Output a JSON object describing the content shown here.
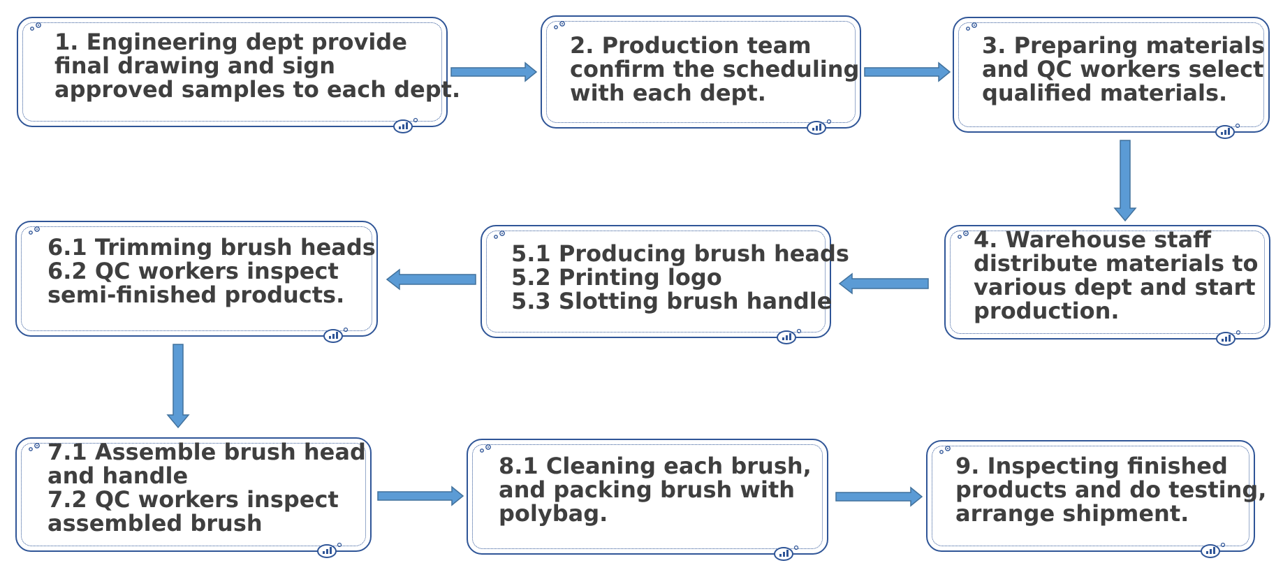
{
  "steps": [
    {
      "id": "step-1",
      "lines": [
        "1. Engineering dept provide",
        "final drawing and sign",
        "approved samples to each dept."
      ]
    },
    {
      "id": "step-2",
      "lines": [
        "2. Production team",
        "confirm the scheduling",
        "with each dept."
      ]
    },
    {
      "id": "step-3",
      "lines": [
        "3. Preparing materials",
        "and QC workers select",
        "qualified materials."
      ]
    },
    {
      "id": "step-4",
      "lines": [
        "4. Warehouse staff",
        "distribute materials to",
        "various dept and start",
        "production."
      ]
    },
    {
      "id": "step-5",
      "lines": [
        "5.1 Producing brush heads",
        "5.2 Printing logo",
        "5.3 Slotting brush handle"
      ]
    },
    {
      "id": "step-6",
      "lines": [
        "6.1 Trimming brush heads",
        "6.2 QC workers inspect",
        "semi-finished products."
      ]
    },
    {
      "id": "step-7",
      "lines": [
        "7.1 Assemble brush head",
        "and handle",
        "7.2 QC workers inspect",
        "assembled brush"
      ]
    },
    {
      "id": "step-8",
      "lines": [
        "8.1 Cleaning each brush,",
        "and packing brush with",
        "polybag."
      ]
    },
    {
      "id": "step-9",
      "lines": [
        "9. Inspecting finished",
        "products and do testing,",
        "arrange shipment."
      ]
    }
  ],
  "connections": [
    {
      "from": "step-1",
      "to": "step-2"
    },
    {
      "from": "step-2",
      "to": "step-3"
    },
    {
      "from": "step-3",
      "to": "step-4"
    },
    {
      "from": "step-4",
      "to": "step-5"
    },
    {
      "from": "step-5",
      "to": "step-6"
    },
    {
      "from": "step-6",
      "to": "step-7"
    },
    {
      "from": "step-7",
      "to": "step-8"
    },
    {
      "from": "step-8",
      "to": "step-9"
    }
  ],
  "colors": {
    "box_border": "#2f5597",
    "arrow_fill": "#5b9bd5",
    "arrow_stroke": "#41719c",
    "text": "#3f3f3f"
  }
}
